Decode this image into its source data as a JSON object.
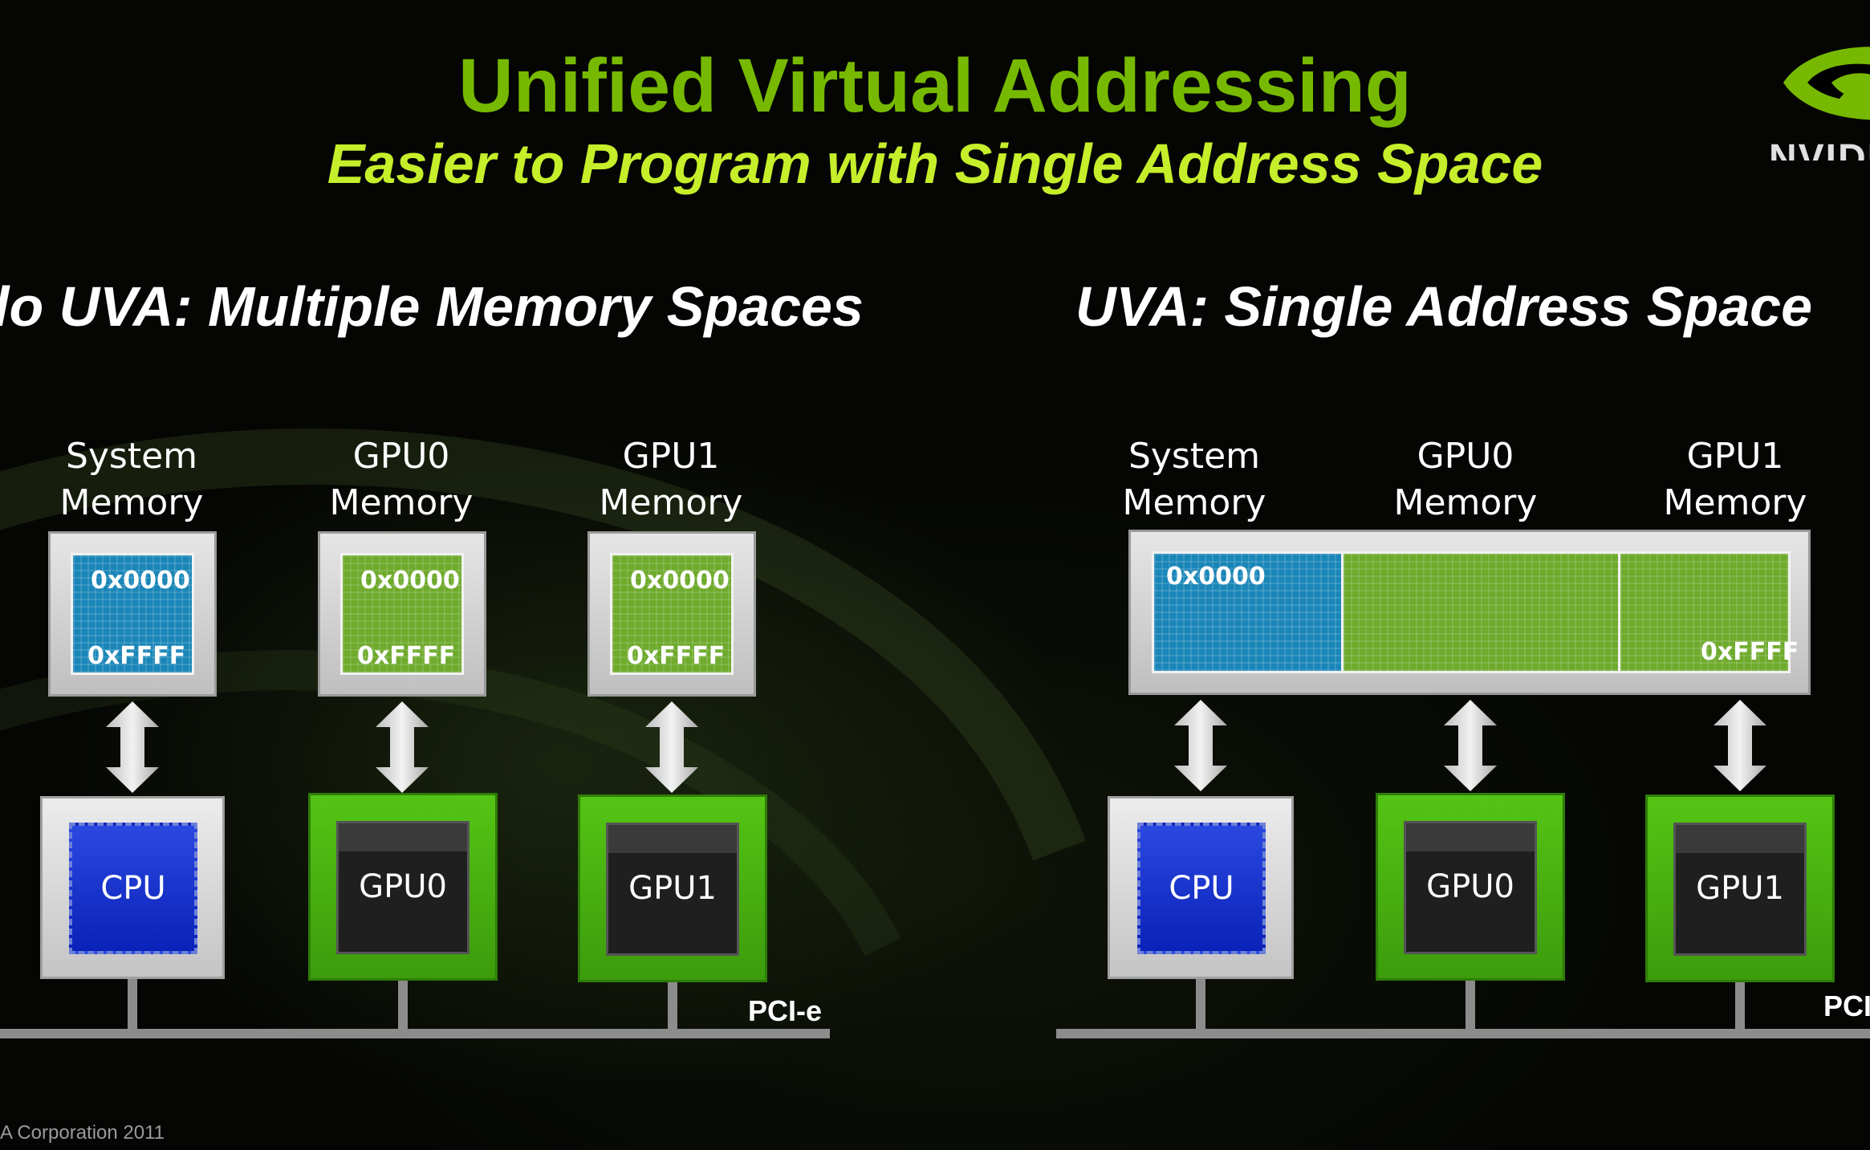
{
  "slide": {
    "title": "Unified Virtual Addressing",
    "subtitle": "Easier to Program with Single Address Space",
    "copyright": "A Corporation 2011",
    "logo_text": "NVIDI",
    "colors": {
      "title_green": "#76b900",
      "subtitle_yellow": "#c6ee2a",
      "cpu_blue": "#1a32d0",
      "gpu_green": "#4caf10",
      "mem_blue": "#1a86b8",
      "mem_green": "#6eaa2c"
    }
  },
  "left_panel": {
    "heading": "lo UVA: Multiple Memory Spaces",
    "memories": [
      {
        "label_line1": "System",
        "label_line2": "Memory",
        "start": "0x0000",
        "end": "0xFFFF",
        "color": "blue"
      },
      {
        "label_line1": "GPU0",
        "label_line2": "Memory",
        "start": "0x0000",
        "end": "0xFFFF",
        "color": "green"
      },
      {
        "label_line1": "GPU1",
        "label_line2": "Memory",
        "start": "0x0000",
        "end": "0xFFFF",
        "color": "green"
      }
    ],
    "processors": [
      {
        "label": "CPU",
        "kind": "cpu"
      },
      {
        "label": "GPU0",
        "kind": "gpu"
      },
      {
        "label": "GPU1",
        "kind": "gpu"
      }
    ],
    "bus_label": "PCI-e"
  },
  "right_panel": {
    "heading": "UVA: Single Address Space",
    "memory_labels": [
      {
        "line1": "System",
        "line2": "Memory"
      },
      {
        "line1": "GPU0",
        "line2": "Memory"
      },
      {
        "line1": "GPU1",
        "line2": "Memory"
      }
    ],
    "unified_start": "0x0000",
    "unified_end": "0xFFFF",
    "processors": [
      {
        "label": "CPU",
        "kind": "cpu"
      },
      {
        "label": "GPU0",
        "kind": "gpu"
      },
      {
        "label": "GPU1",
        "kind": "gpu"
      }
    ],
    "bus_label": "PCI"
  }
}
